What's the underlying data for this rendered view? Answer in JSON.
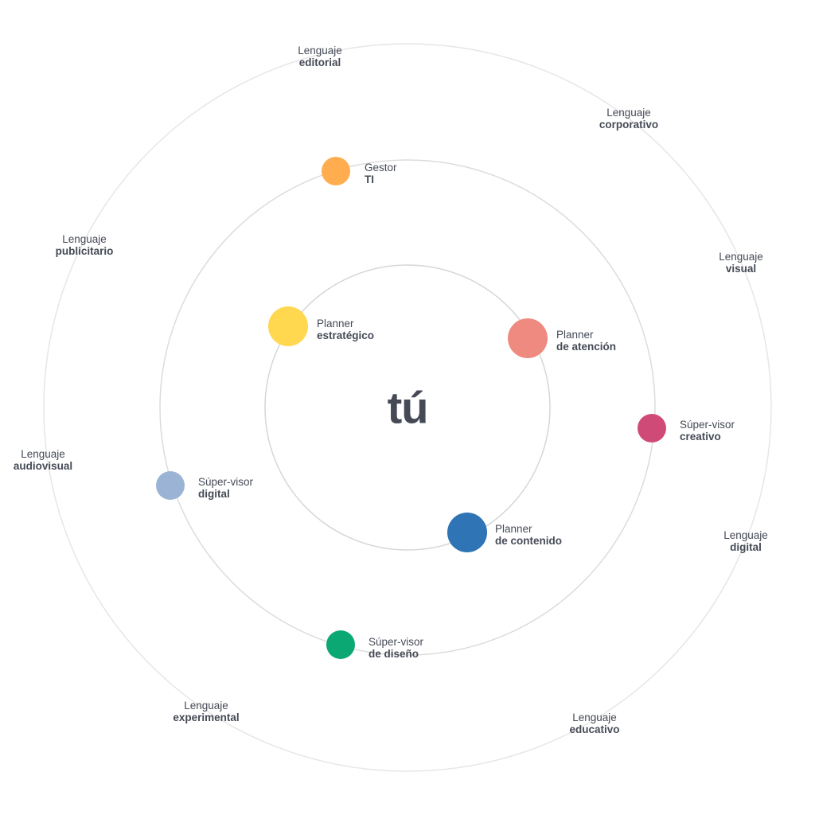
{
  "center_label": "tú",
  "colors": {
    "text": "#454a56",
    "ring": "#d9d9d9",
    "outer_ring": "#e6e6e6"
  },
  "roles": [
    {
      "line1": "Gestor",
      "line2": "TI",
      "color": "#ffad4f"
    },
    {
      "line1": "Planner",
      "line2": "estratégico",
      "color": "#ffd84f"
    },
    {
      "line1": "Planner",
      "line2": "de atención",
      "color": "#ee8a80"
    },
    {
      "line1": "Súper-visor",
      "line2": "creativo",
      "color": "#d04a78"
    },
    {
      "line1": "Súper-visor",
      "line2": "digital",
      "color": "#9bb4d5"
    },
    {
      "line1": "Planner",
      "line2": "de contenido",
      "color": "#2f74b5"
    },
    {
      "line1": "Súper-visor",
      "line2": "de diseño",
      "color": "#0ba874"
    }
  ],
  "languages": [
    {
      "line1": "Lenguaje",
      "line2": "editorial"
    },
    {
      "line1": "Lenguaje",
      "line2": "corporativo"
    },
    {
      "line1": "Lenguaje",
      "line2": "publicitario"
    },
    {
      "line1": "Lenguaje",
      "line2": "visual"
    },
    {
      "line1": "Lenguaje",
      "line2": "audiovisual"
    },
    {
      "line1": "Lenguaje",
      "line2": "digital"
    },
    {
      "line1": "Lenguaje",
      "line2": "experimental"
    },
    {
      "line1": "Lenguaje",
      "line2": "educativo"
    }
  ]
}
